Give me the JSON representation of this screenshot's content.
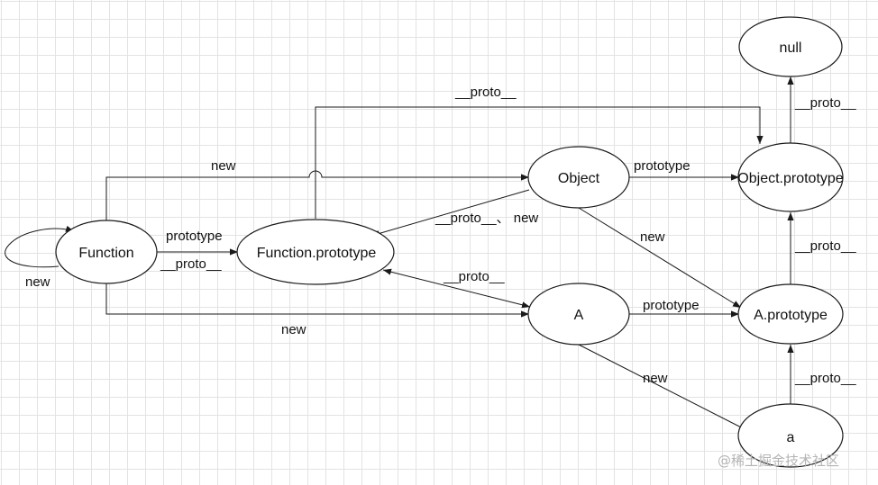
{
  "nodes": {
    "function": "Function",
    "function_prototype": "Function.prototype",
    "object": "Object",
    "object_prototype": "Object.prototype",
    "null": "null",
    "a_ctor": "A",
    "a_prototype": "A.prototype",
    "a_instance": "a"
  },
  "edges": {
    "function_self_new": "new",
    "function_to_function_prototype_prototype": "prototype",
    "function_to_function_prototype_proto": "__proto__",
    "function_to_object_new": "new",
    "function_to_a_new": "new",
    "function_prototype_to_object_prototype_proto": "__proto__",
    "object_to_function_prototype": "__proto__、 new",
    "object_to_object_prototype_prototype": "prototype",
    "object_to_a_prototype_new": "new",
    "a_to_function_prototype_proto": "__proto__",
    "a_to_a_prototype_prototype": "prototype",
    "a_to_a_instance_new": "new",
    "object_prototype_to_null_proto": "__proto__",
    "a_prototype_to_object_prototype_proto": "__proto__",
    "a_instance_to_a_prototype_proto": "__proto__"
  },
  "watermark": "@稀土掘金技术社区"
}
